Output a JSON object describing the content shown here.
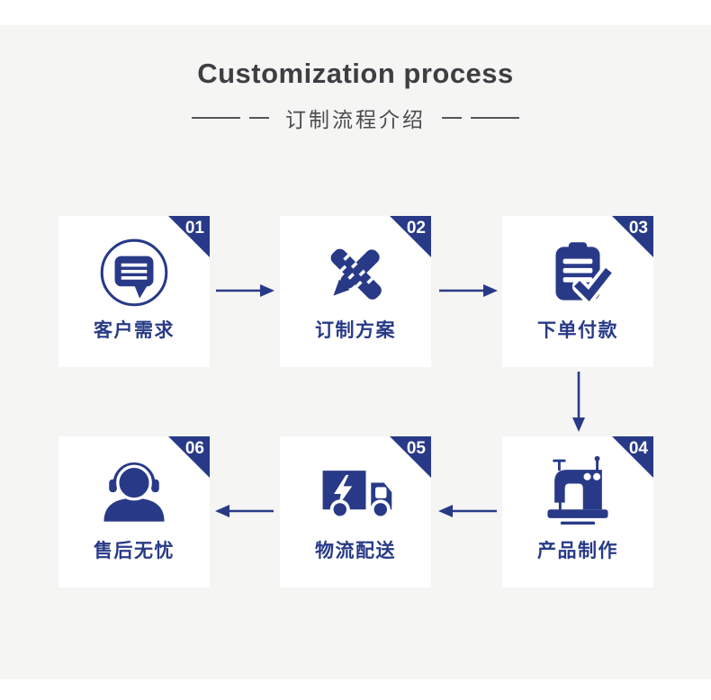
{
  "header": {
    "title": "Customization process",
    "subtitle": "订制流程介绍"
  },
  "colors": {
    "brand_navy": "#283a87",
    "page_background": "#f5f5f4",
    "card_background": "#ffffff",
    "title_text": "#3e3f43",
    "subtitle_text": "#4b4c50"
  },
  "steps": [
    {
      "number": "01",
      "label": "客户需求",
      "icon": "chat-bubble-icon"
    },
    {
      "number": "02",
      "label": "订制方案",
      "icon": "ruler-pencil-icon"
    },
    {
      "number": "03",
      "label": "下单付款",
      "icon": "order-checklist-icon"
    },
    {
      "number": "04",
      "label": "产品制作",
      "icon": "sewing-machine-icon"
    },
    {
      "number": "05",
      "label": "物流配送",
      "icon": "delivery-truck-icon"
    },
    {
      "number": "06",
      "label": "售后无忧",
      "icon": "customer-support-icon"
    }
  ],
  "flow": {
    "arrows": [
      "right: 01→02",
      "right: 02→03",
      "down: 03→04",
      "left: 04→05",
      "left: 05→06"
    ]
  }
}
